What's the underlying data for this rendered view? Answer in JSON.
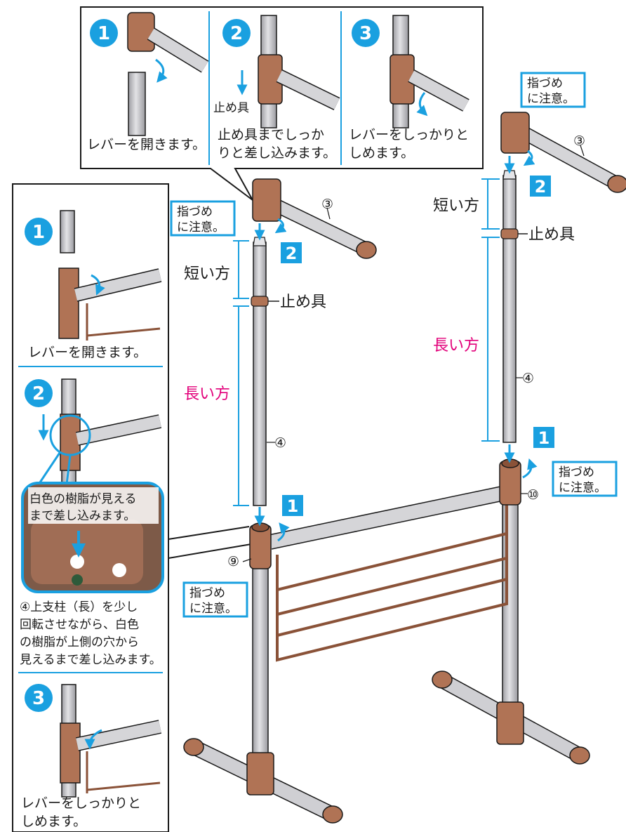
{
  "colors": {
    "pole": "#c5c5c8",
    "pole_edge": "#3a3a3a",
    "joint": "#b07355",
    "joint_dark": "#7d4a32",
    "callout": "#1aa0e0",
    "emphasis": "#e2007a",
    "step_fill": "#1aa0e0"
  },
  "icons": {
    "step_circle": "blue circle with white numeral",
    "step_square": "blue square with white numeral",
    "arrow": "blue curved arrow"
  },
  "top_panel": {
    "step1": {
      "num": "1",
      "caption": "レバーを開きます。"
    },
    "step2": {
      "num": "2",
      "stopper_label": "止め具",
      "caption_l1": "止め具までしっか",
      "caption_l2": "りと差し込みます。"
    },
    "step3": {
      "num": "3",
      "caption_l1": "レバーをしっかりと",
      "caption_l2": "しめます。"
    }
  },
  "left_panel": {
    "step1": {
      "num": "1",
      "caption": "レバーを開きます。"
    },
    "step2": {
      "num": "2",
      "bubble_l1": "白色の樹脂が見える",
      "bubble_l2": "まで差し込みます。",
      "note_l1": "④上支柱（長）を少し",
      "note_l2": "回転させながら、白色",
      "note_l3": "の樹脂が上側の穴から",
      "note_l4": "見えるまで差し込みます。"
    },
    "step3": {
      "num": "3",
      "caption_l1": "レバーをしっかりと",
      "caption_l2": "しめます。"
    }
  },
  "main": {
    "warn_l1": "指づめ",
    "warn_l2": "に注意。",
    "label_short": "短い方",
    "label_long": "長い方",
    "label_stopper": "止め具",
    "part3": "③",
    "part4": "④",
    "part9": "⑨",
    "part10": "⑩",
    "badge1": "1",
    "badge2": "2"
  }
}
